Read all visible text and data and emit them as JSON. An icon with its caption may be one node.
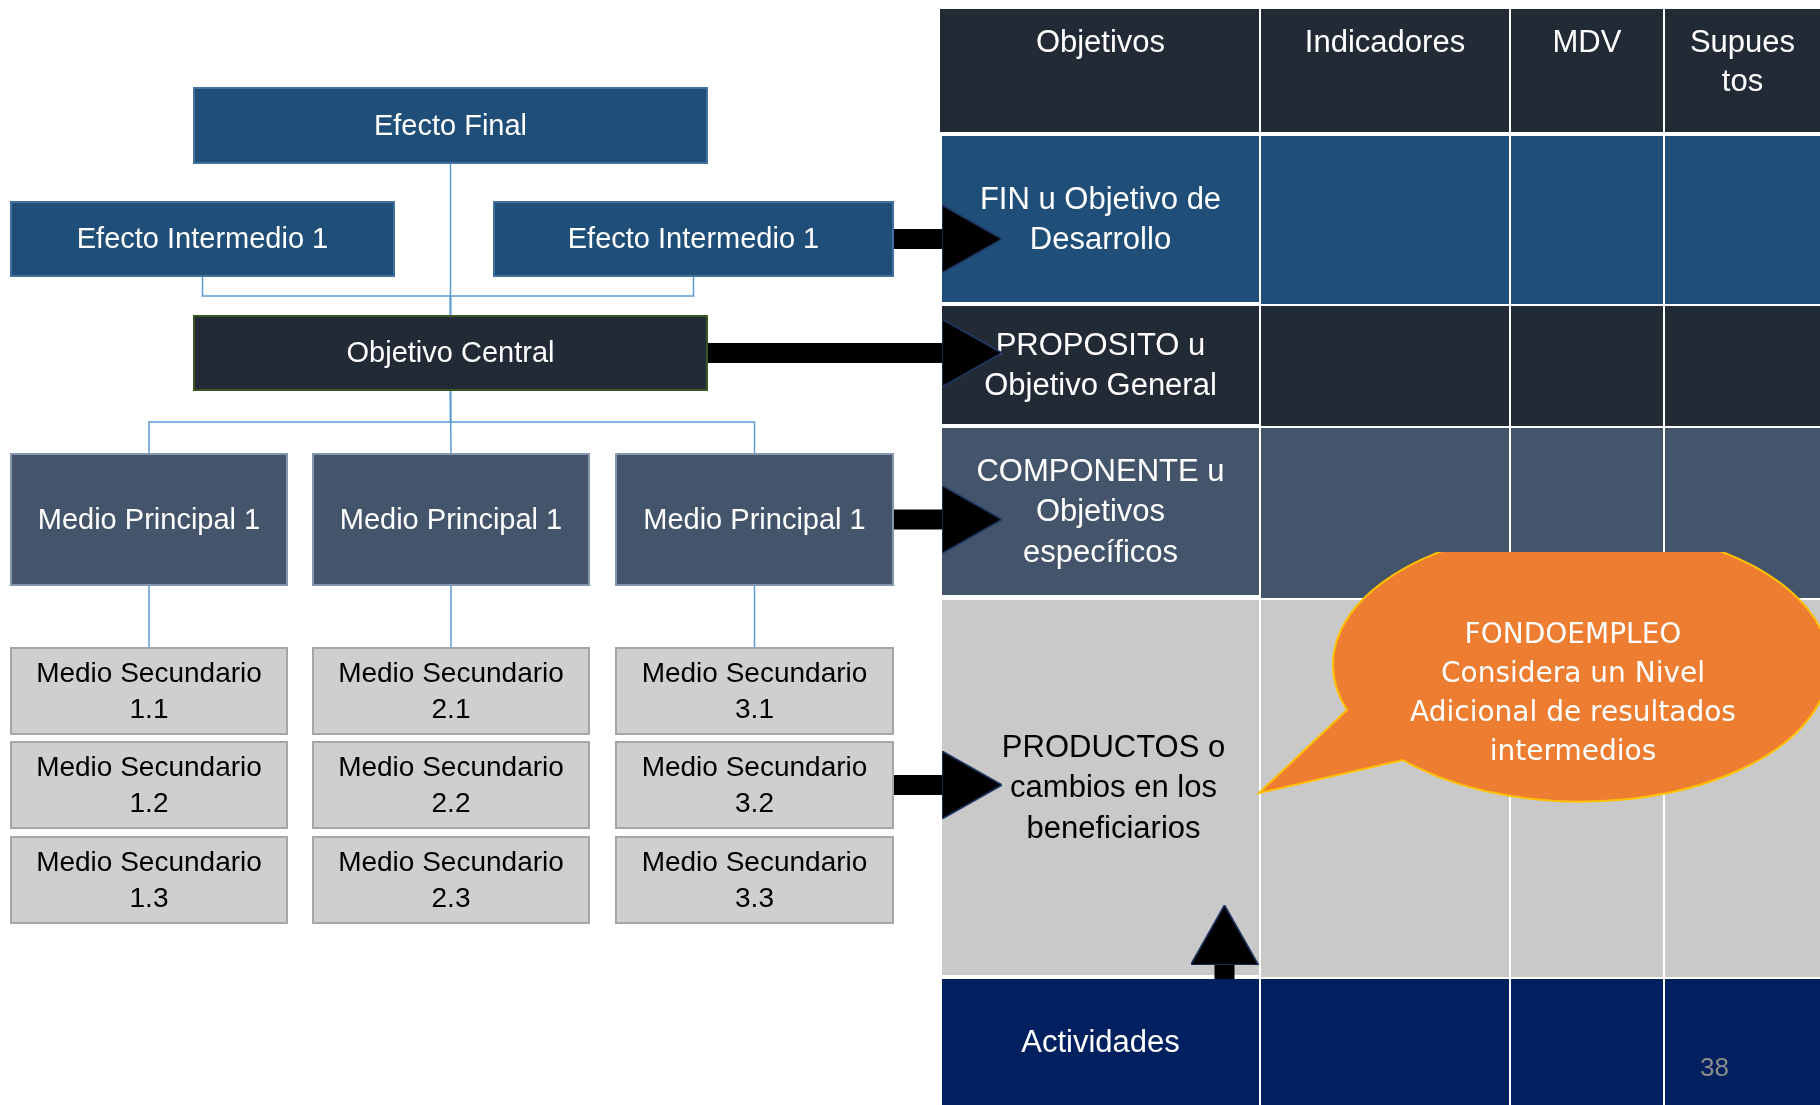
{
  "diagram": {
    "nodes": [
      {
        "text": [
          "Efecto Final"
        ]
      },
      {
        "text": [
          "Efecto Intermedio 1"
        ]
      },
      {
        "text": [
          "Efecto Intermedio 1"
        ]
      },
      {
        "text": [
          "Objetivo Central"
        ]
      },
      {
        "text": [
          "Medio Principal 1"
        ]
      },
      {
        "text": [
          "Medio Principal 1"
        ]
      },
      {
        "text": [
          "Medio Principal 1"
        ]
      },
      {
        "text": [
          "Medio Secundario 1.1"
        ]
      },
      {
        "text": [
          "Medio Secundario 2.1"
        ]
      },
      {
        "text": [
          "Medio Secundario 3.1"
        ]
      },
      {
        "text": [
          "Medio Secundario 1.2"
        ]
      },
      {
        "text": [
          "Medio Secundario 2.2"
        ]
      },
      {
        "text": [
          "Medio Secundario 3.2"
        ]
      },
      {
        "text": [
          "Medio Secundario 1.3"
        ]
      },
      {
        "text": [
          "Medio Secundario 2.3"
        ]
      },
      {
        "text": [
          "Medio Secundario 3.3"
        ]
      },
      {
        "text": [
          "FIN u Objetivo de Desarrollo"
        ]
      },
      {
        "text": [
          "PROPOSITO u Objetivo General"
        ]
      },
      {
        "text": [
          "COMPONENTE u Objetivos específicos"
        ]
      },
      {
        "text": [
          "PRODUCTOS o cambios en los beneficiarios"
        ]
      },
      {
        "text": [
          "Actividades"
        ]
      },
      {
        "text": [
          "FONDOEMPLEO Considera un Nivel Adicional de resultados intermedios"
        ]
      }
    ],
    "edges": [
      {
        "from": 0,
        "to": 3,
        "arrow": "none"
      },
      {
        "from": 1,
        "to": 3,
        "arrow": "none"
      },
      {
        "from": 2,
        "to": 3,
        "arrow": "none"
      },
      {
        "from": 3,
        "to": 4,
        "arrow": "none"
      },
      {
        "from": 3,
        "to": 5,
        "arrow": "none"
      },
      {
        "from": 3,
        "to": 6,
        "arrow": "none"
      },
      {
        "from": 4,
        "to": 7,
        "arrow": "none"
      },
      {
        "from": 5,
        "to": 8,
        "arrow": "none"
      },
      {
        "from": 6,
        "to": 9,
        "arrow": "none"
      },
      {
        "from": 2,
        "to": 16,
        "arrow": "to",
        "style": "thick",
        "color": "#000000"
      },
      {
        "from": 3,
        "to": 17,
        "arrow": "to",
        "style": "thick",
        "color": "#000000"
      },
      {
        "from": 6,
        "to": 18,
        "arrow": "to",
        "style": "thick",
        "color": "#000000"
      },
      {
        "from": 12,
        "to": 19,
        "arrow": "to",
        "style": "thick",
        "color": "#000000"
      },
      {
        "from": 20,
        "to": 19,
        "arrow": "to",
        "style": "thick",
        "color": "#000000"
      }
    ],
    "labels": [
      "Objetivos",
      "Indicadores",
      "MDV",
      "Supues tos",
      "38"
    ]
  }
}
